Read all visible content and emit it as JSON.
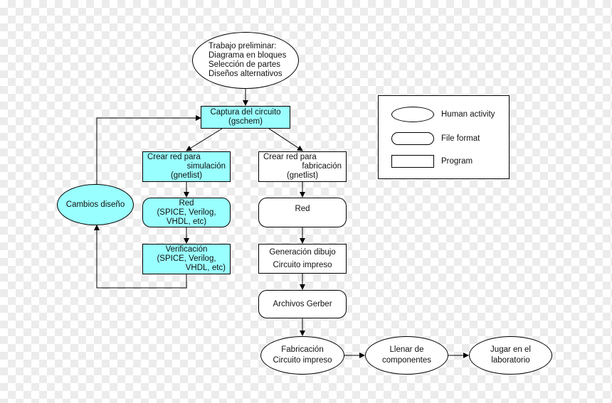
{
  "nodes": {
    "trabajo": {
      "lines": [
        "Trabajo preliminar:",
        "Diagrama en bloques",
        "Selección de partes",
        "Diseños alternativos"
      ]
    },
    "captura": {
      "lines": [
        "Captura del circuito",
        "(gschem)"
      ]
    },
    "crear_sim": {
      "lines": [
        "Crear red para",
        "simulación",
        "(gnetlist)"
      ]
    },
    "crear_fab": {
      "lines": [
        "Crear red para",
        "fabricación",
        "(gnetlist)"
      ]
    },
    "red_sim": {
      "lines": [
        "Red",
        "(SPICE, Verilog,",
        "VHDL, etc)"
      ]
    },
    "red_fab": {
      "lines": [
        "Red"
      ]
    },
    "verificacion": {
      "lines": [
        "Verificación",
        "(SPICE, Verilog,",
        "VHDL, etc)"
      ]
    },
    "cambios": {
      "lines": [
        "Cambios diseño"
      ]
    },
    "generacion": {
      "lines": [
        "Generación dibujo",
        "Circuito impreso"
      ]
    },
    "gerber": {
      "lines": [
        "Archivos Gerber"
      ]
    },
    "fabricacion": {
      "lines": [
        "Fabricación",
        "Circuito impreso"
      ]
    },
    "llenar": {
      "lines": [
        "Llenar de",
        "componentes"
      ]
    },
    "jugar": {
      "lines": [
        "Jugar en el",
        "laboratorio"
      ]
    }
  },
  "legend": {
    "items": [
      {
        "label": "Human activity",
        "shape": "ellipse"
      },
      {
        "label": "File format",
        "shape": "rounded"
      },
      {
        "label": "Program",
        "shape": "rect"
      }
    ]
  },
  "colors": {
    "process_fill": "#99ffff",
    "default_fill": "#ffffff",
    "stroke": "#000000"
  }
}
